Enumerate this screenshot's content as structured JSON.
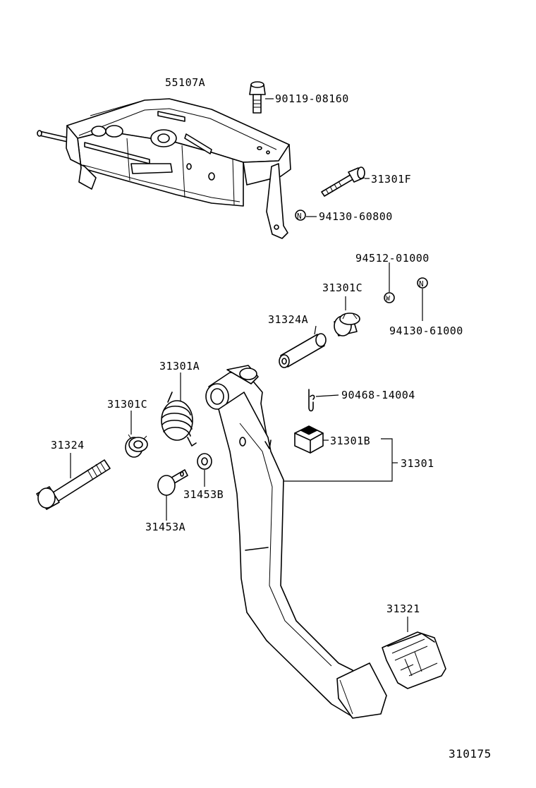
{
  "diagram": {
    "figure_code": "310175",
    "parts": {
      "bracket": "55107A",
      "bracket_bolt": "90119-08160",
      "pivot_bolt_upper": "31301F",
      "nut_upper": "94130-60800",
      "washer_code": "94512-01000",
      "bushing_upper": "31301C",
      "nut_right": "94130-61000",
      "collar": "31324A",
      "spring": "31301A",
      "clip": "90468-14004",
      "bushing_left": "31301C",
      "stopper": "31301B",
      "pedal_assy": "31301",
      "pivot_bolt": "31324",
      "bushing_small": "31453B",
      "clevis_pin": "31453A",
      "pedal_pad": "31321"
    },
    "symbols": {
      "nut": "N",
      "washer": "W"
    }
  }
}
